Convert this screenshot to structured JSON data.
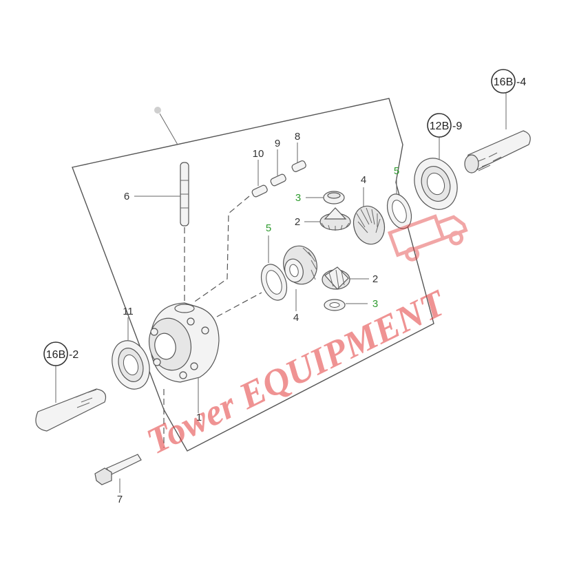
{
  "callouts": {
    "c1": "1",
    "c2a": "2",
    "c2b": "2",
    "c3a": "3",
    "c3b": "3",
    "c4a": "4",
    "c4b": "4",
    "c5a": "5",
    "c5b": "5",
    "c6": "6",
    "c7": "7",
    "c8": "8",
    "c9": "9",
    "c10": "10",
    "c11": "11"
  },
  "references": {
    "r16b4": "16B",
    "r16b4_suffix": "-4",
    "r12b9": "12B",
    "r12b9_suffix": "-9",
    "r16b2": "16B",
    "r16b2_suffix": "-2"
  },
  "watermark": {
    "text": "Tower EQUIPMENT"
  },
  "colors": {
    "highlight": "#2e9b2e",
    "watermark": "#e23b3b"
  }
}
